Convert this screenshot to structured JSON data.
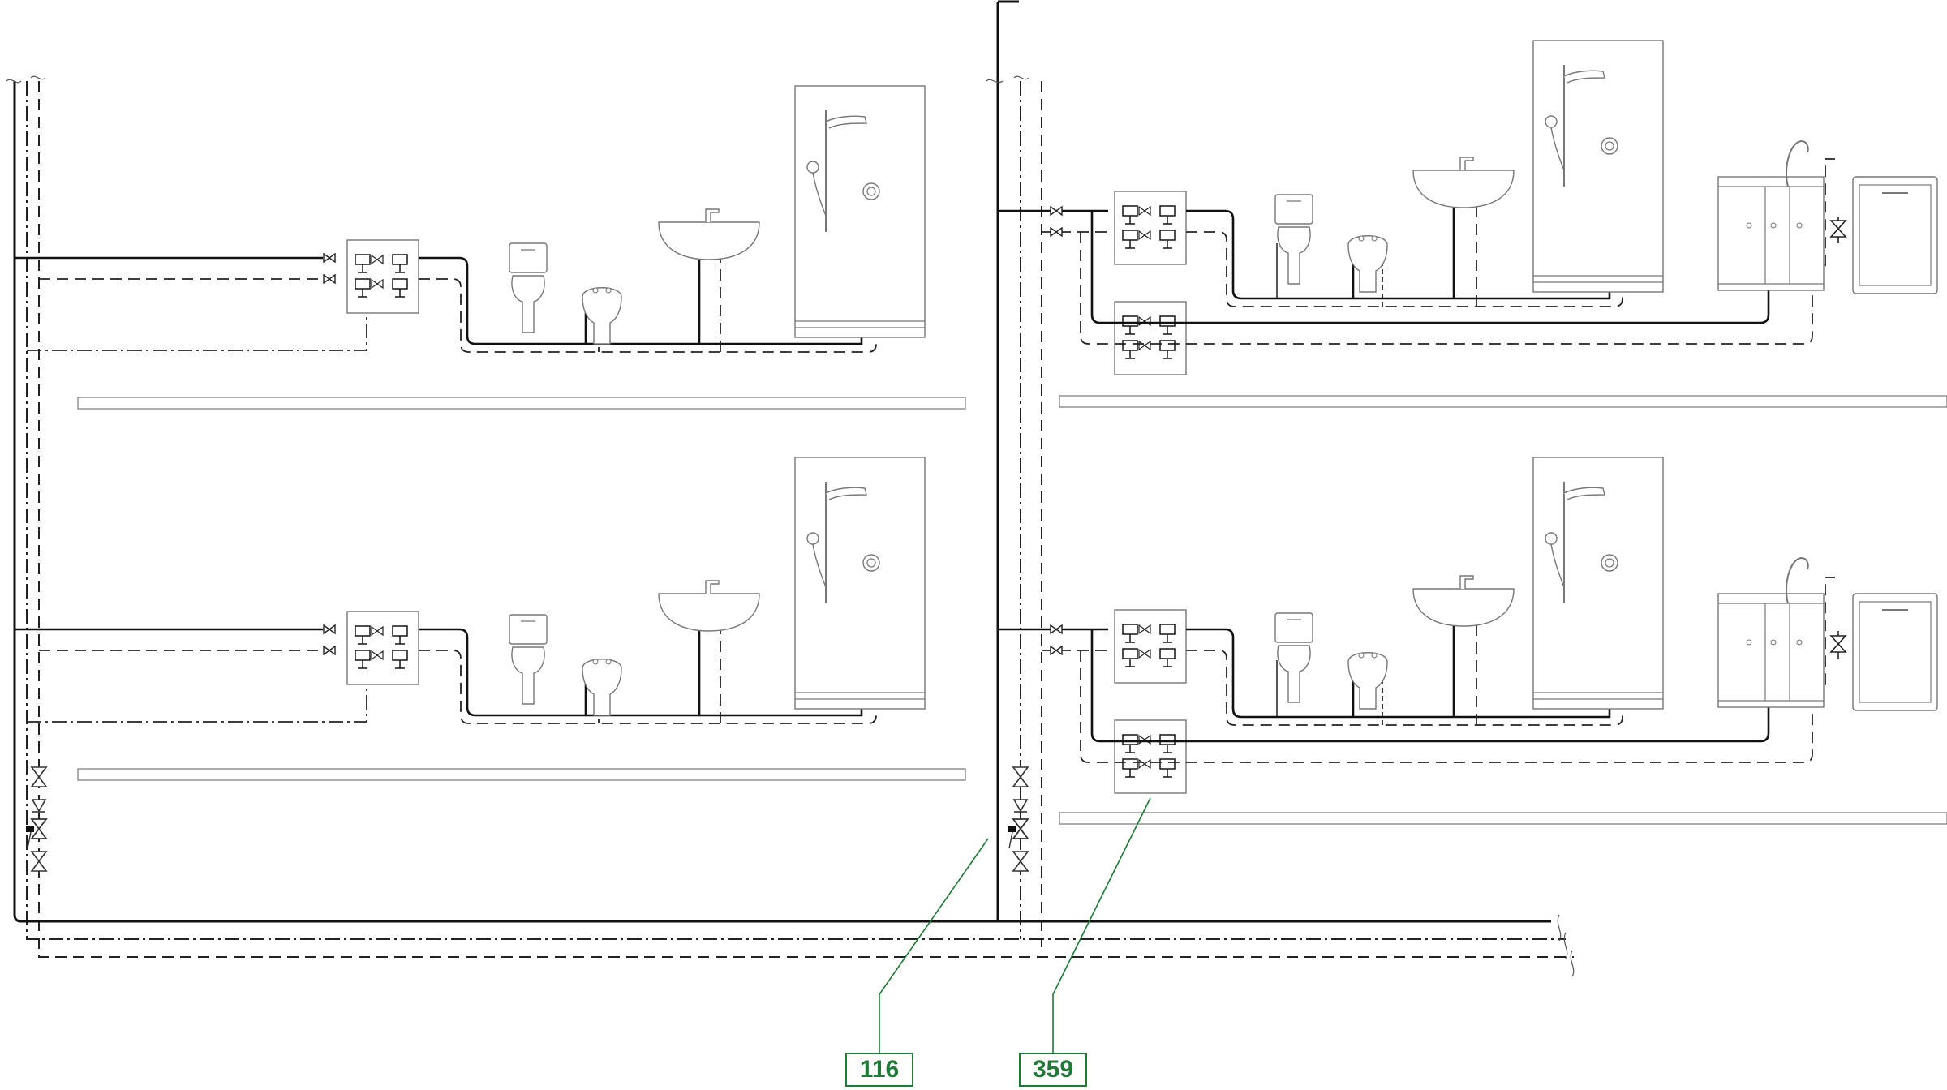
{
  "diagram": {
    "description_labels": [],
    "callouts": [
      {
        "id": "callout-116",
        "label": "116"
      },
      {
        "id": "callout-359",
        "label": "359"
      }
    ],
    "colors": {
      "pipe": "#111111",
      "fixture": "#7a7a7a",
      "callout": "#1e7a36",
      "slab": "#8a8a8a"
    },
    "icons": [
      "gate-valve-icon",
      "check-valve-icon",
      "pressure-reducer-icon",
      "toilet-icon",
      "bidet-icon",
      "washbasin-icon",
      "shower-icon",
      "kitchen-sink-icon",
      "dishwasher-icon",
      "manifold-icon"
    ]
  }
}
